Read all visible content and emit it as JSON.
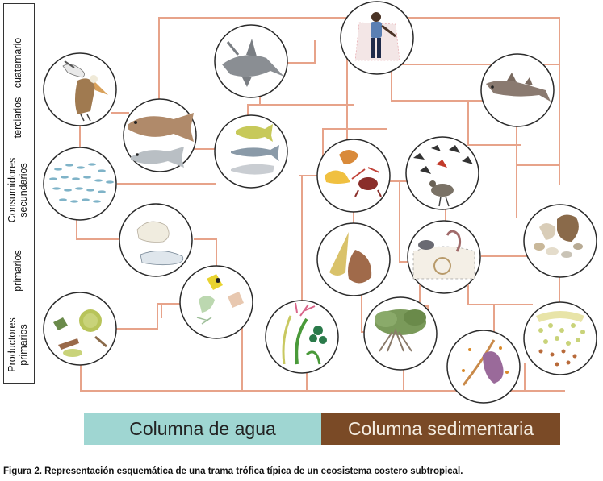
{
  "levels": {
    "top": [
      "cuaternario",
      "terciarios"
    ],
    "consumidores": [
      "Consumidores",
      "secundarios"
    ],
    "primarios": "primarios",
    "productores": [
      "Productores",
      "primarios"
    ]
  },
  "bands": {
    "water": "Columna de agua",
    "sediment": "Columna sedimentaria"
  },
  "caption": "Figura 2. Representación esquemática de una trama trófica típica de un ecosistema costero subtropical.",
  "colors": {
    "link_line": "#e7a38a",
    "node_border": "#2a2a2a",
    "water_band": "#9fd6d2",
    "sediment_band": "#7a4a26"
  },
  "nodes": [
    {
      "id": "human",
      "icon": "human-fisher-icon"
    },
    {
      "id": "shark",
      "icon": "shark-icon"
    },
    {
      "id": "small-shark",
      "icon": "dogfish-shark-icon"
    },
    {
      "id": "birds-top",
      "icon": "pelican-gull-icon"
    },
    {
      "id": "big-fish",
      "icon": "snapper-croaker-icon"
    },
    {
      "id": "small-fish",
      "icon": "small-fish-icon"
    },
    {
      "id": "fish-school",
      "icon": "fish-school-icon"
    },
    {
      "id": "crustaceans",
      "icon": "crab-shrimp-icon"
    },
    {
      "id": "shorebirds",
      "icon": "shorebird-icon"
    },
    {
      "id": "zooplankton-amphipod",
      "icon": "amphipod-worm-icon"
    },
    {
      "id": "bivalves",
      "icon": "bivalve-shells-icon"
    },
    {
      "id": "gastropods",
      "icon": "gastropod-icon"
    },
    {
      "id": "burrowers",
      "icon": "burrow-crab-worm-icon"
    },
    {
      "id": "zooplankton",
      "icon": "zooplankton-icon"
    },
    {
      "id": "phytoplankton",
      "icon": "phytoplankton-icon"
    },
    {
      "id": "seaweed",
      "icon": "seaweed-icon"
    },
    {
      "id": "mangrove",
      "icon": "mangrove-icon"
    },
    {
      "id": "detritus",
      "icon": "detritus-icon"
    },
    {
      "id": "benthic-algae",
      "icon": "benthic-microalgae-icon"
    }
  ]
}
